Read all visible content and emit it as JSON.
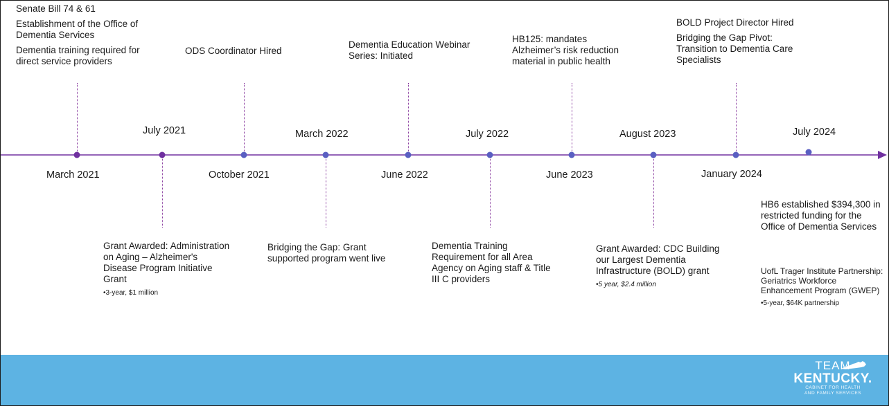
{
  "colors": {
    "timeline_axis": "#7030a0",
    "dot_primary": "#7030a0",
    "dot_secondary": "#5a5fc2",
    "footer_blue": "#5db3e3",
    "logo_text": "#ffffff"
  },
  "top_events": {
    "senate_bill": [
      "Senate Bill 74 & 61",
      "Establishment of the Office of Dementia Services",
      "Dementia training required for direct service providers"
    ],
    "ods_coordinator": "ODS Coordinator Hired",
    "dementia_education": "Dementia Education Webinar Series: Initiated",
    "hb125": "HB125: mandates Alzheimer’s risk reduction material in public health",
    "bold_director": [
      "BOLD Project Director Hired",
      "Bridging the Gap Pivot: Transition to Dementia Care Specialists"
    ]
  },
  "dates": {
    "march_2021": "March 2021",
    "july_2021": "July 2021",
    "october_2021": "October 2021",
    "march_2022": "March 2022",
    "june_2022": "June 2022",
    "july_2022": "July 2022",
    "june_2023": "June 2023",
    "august_2023": "August  2023",
    "january_2024": "January 2024",
    "july_2024": "July 2024"
  },
  "bottom_events": {
    "grant_aging": "Grant Awarded: Administration on Aging – Alzheimer's Disease Program Initiative Grant",
    "grant_aging_note": "•3-year, $1 million",
    "bridging_gap": "Bridging the Gap: Grant supported program went live",
    "training_req": "Dementia Training Requirement for all Area Agency on Aging staff & Title III C providers",
    "grant_cdc": "Grant Awarded: CDC Building our Largest Dementia Infrastructure (BOLD) grant",
    "grant_cdc_note": "•5 year, $2.4 million",
    "hb6": "HB6 established $394,300 in restricted funding for the Office of Dementia Services",
    "uofl": "UofL Trager Institute Partnership: Geriatrics Workforce Enhancement Program (GWEP)",
    "uofl_note": "•5-year, $64K partnership"
  },
  "logo": {
    "team": "TEAM",
    "kentucky": "KENTUCKY.",
    "cabinet_line1": "CABINET FOR HEALTH",
    "cabinet_line2": "AND FAMILY SERVICES"
  }
}
